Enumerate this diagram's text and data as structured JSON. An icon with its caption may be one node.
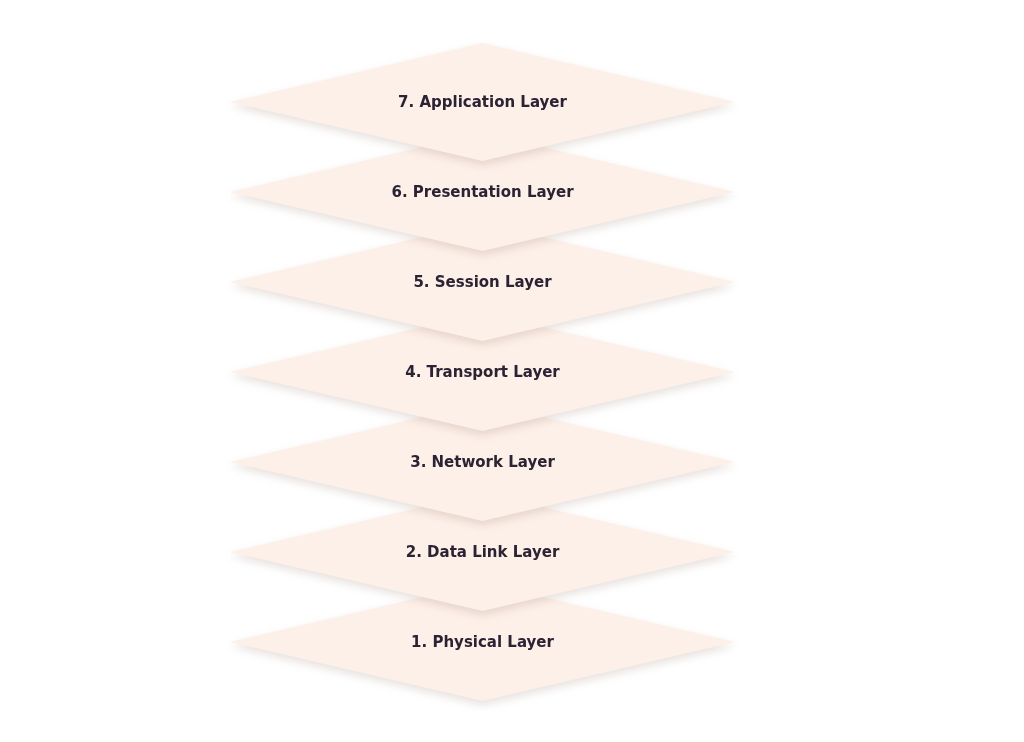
{
  "diagram": {
    "nodes": [
      {
        "text": [
          "7. Application Layer"
        ]
      },
      {
        "text": [
          "6. Presentation Layer"
        ]
      },
      {
        "text": [
          "5. Session Layer"
        ]
      },
      {
        "text": [
          "4. Transport Layer"
        ]
      },
      {
        "text": [
          "3. Network Layer"
        ]
      },
      {
        "text": [
          "2. Data Link Layer"
        ]
      },
      {
        "text": [
          "1. Physical Layer"
        ]
      }
    ]
  }
}
